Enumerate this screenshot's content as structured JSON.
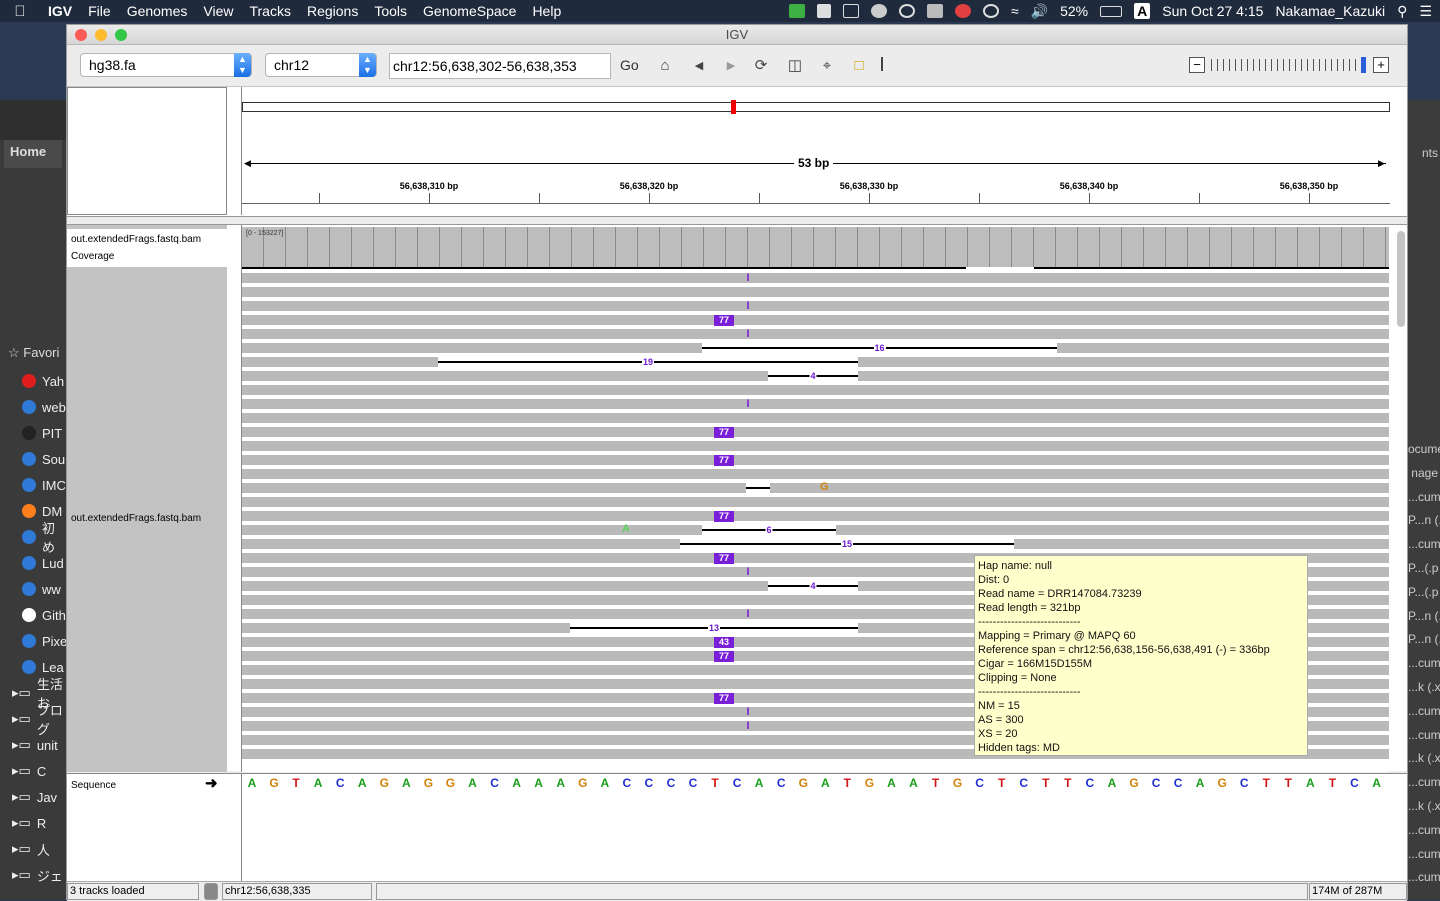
{
  "menubar": {
    "app": "IGV",
    "items": [
      "File",
      "Genomes",
      "View",
      "Tracks",
      "Regions",
      "Tools",
      "GenomeSpace",
      "Help"
    ],
    "battery": "52%",
    "input_indicator": "A",
    "datetime": "Sun Oct 27  4:15",
    "user": "Nakamae_Kazuki"
  },
  "background_window": {
    "home_label": "Home",
    "favorites_label": "Favori",
    "favorites": [
      "Yah",
      "web",
      "PIT",
      "Sou",
      "IMC",
      "DM",
      "初め",
      "Lud",
      "ww",
      "Gith",
      "Pixe",
      "Lea"
    ],
    "folders": [
      "生活お",
      "プログ",
      "unit",
      "C",
      "Jav",
      "R",
      "人",
      "ジェ"
    ],
    "right_items": [
      "ocume",
      "nage",
      "...cum",
      "P...n (.",
      "...cum",
      "P...(.p",
      "P...(.p",
      "P...n (.",
      "P...n (.",
      "...cum",
      "...k (.x",
      "...cum",
      "...cum",
      "...k (.x",
      "...cum",
      "...k (.x",
      "...cum",
      "...cum",
      "...cum"
    ],
    "right_top_label": "nts"
  },
  "window": {
    "title": "IGV",
    "genome": "hg38.fa",
    "chromosome": "chr12",
    "locus": "chr12:56,638,302-56,638,353",
    "go_label": "Go"
  },
  "ruler": {
    "span_label": "53 bp",
    "ticks": [
      "56,638,310 bp",
      "56,638,320 bp",
      "56,638,330 bp",
      "56,638,340 bp",
      "56,638,350 bp"
    ]
  },
  "tracks": {
    "coverage_name": "out.extendedFrags.fastq.bam Coverage",
    "coverage_range": "[0 - 153227]",
    "bam_name": "out.extendedFrags.fastq.bam",
    "sequence_name": "Sequence",
    "sequence": "AGTACAGAGGACAAAGACCCCTCACGATGAATGCTCTTCAGCCAGCTTATCA"
  },
  "reads": {
    "ins_small": "I",
    "ins_77": "77",
    "ins_43": "43",
    "del_19": "19",
    "del_16": "16",
    "del_15": "15",
    "del_13": "13",
    "del_6": "6",
    "del_4": "4",
    "mm_G": "G",
    "mm_A": "A"
  },
  "tooltip": {
    "lines": [
      "Hap name: null",
      "Dist: 0",
      "Read name = DRR147084.73239",
      "Read length = 321bp",
      "----------------------------",
      "Mapping = Primary @ MAPQ 60",
      "Reference span = chr12:56,638,156-56,638,491 (-) = 336bp",
      "Cigar = 166M15D155M",
      "Clipping = None",
      "----------------------------",
      "NM = 15",
      "AS = 300",
      "XS = 20",
      "Hidden tags: MD"
    ]
  },
  "status": {
    "tracks_loaded": "3 tracks loaded",
    "position": "chr12:56,638,335",
    "memory": "174M of 287M"
  },
  "colors": {
    "base_A": "#1a9e1a",
    "base_C": "#2030d0",
    "base_G": "#d1820c",
    "base_T": "#d01818",
    "insertion": "#7a1fd8"
  }
}
